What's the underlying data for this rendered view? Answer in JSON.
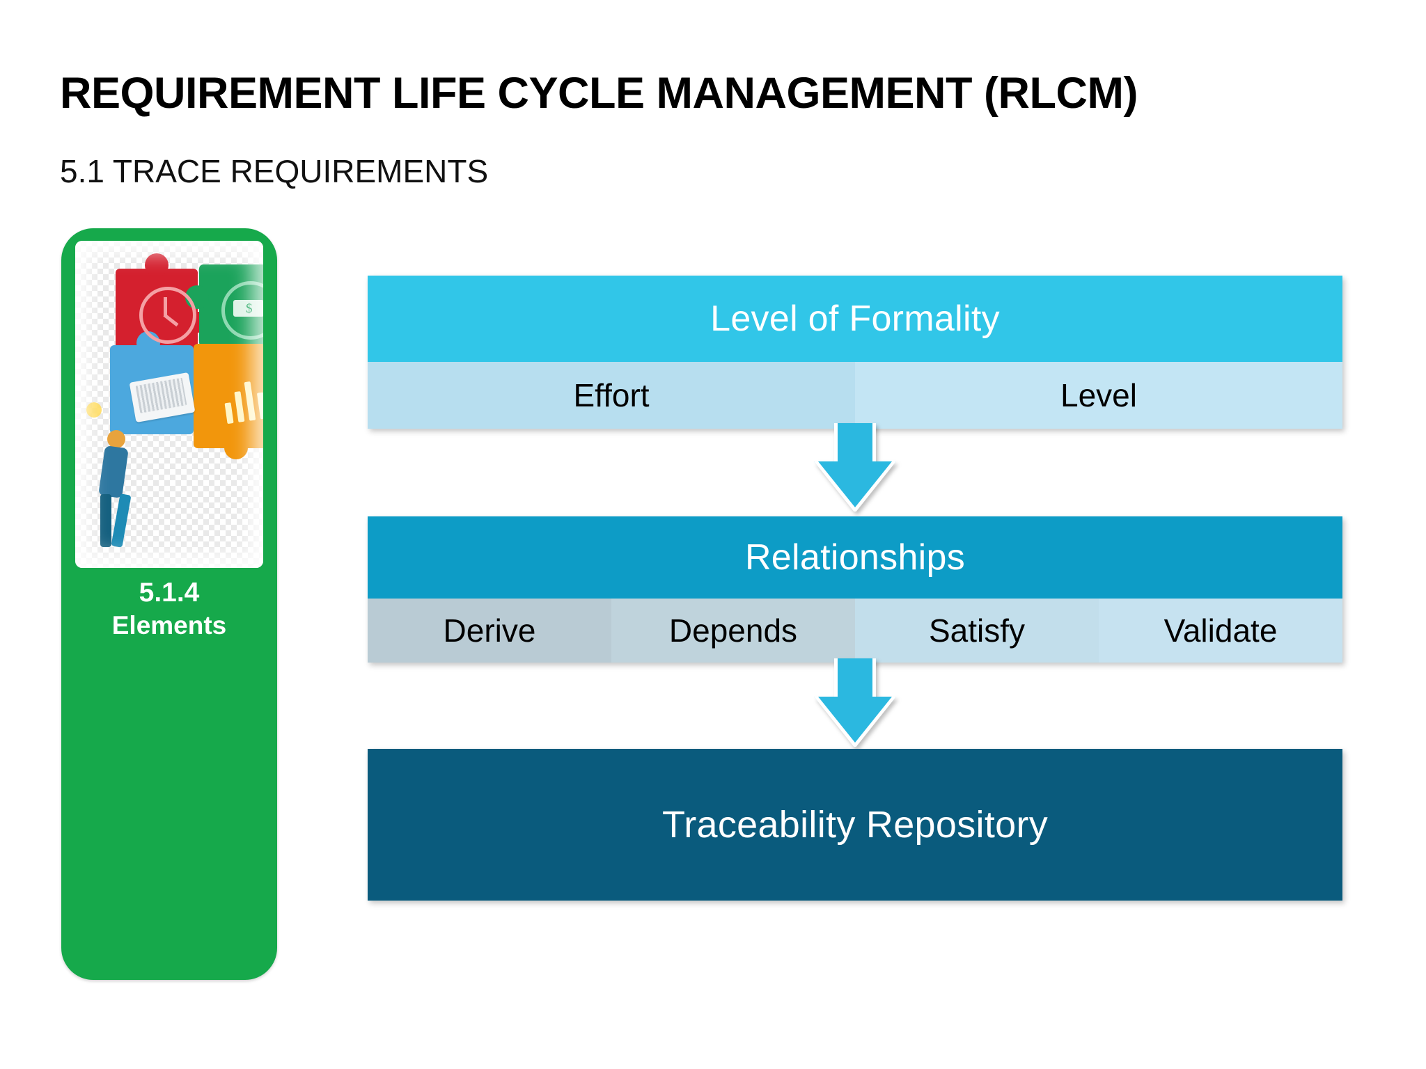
{
  "slide": {
    "title": "REQUIREMENT LIFE CYCLE MANAGEMENT (RLCM)",
    "subtitle": "5.1 TRACE REQUIREMENTS"
  },
  "side_card": {
    "number": "5.1.4",
    "label": "Elements",
    "background_color": "#16A94B",
    "image": {
      "name": "puzzle-pieces-illustration",
      "pieces": [
        {
          "color": "#D4202E",
          "icon": "clock-icon"
        },
        {
          "color": "#1BA35B",
          "icon": "money-icon"
        },
        {
          "color": "#4CA8DE",
          "icon": "laptop-icon"
        },
        {
          "color": "#F2960C",
          "icon": "bar-chart-icon"
        }
      ]
    }
  },
  "diagram": {
    "groups": [
      {
        "title": "Level of Formality",
        "title_color": "#31C6E8",
        "items": [
          "Effort",
          "Level"
        ]
      },
      {
        "title": "Relationships",
        "title_color": "#0D9CC6",
        "items": [
          "Derive",
          "Depends",
          "Satisfy",
          "Validate"
        ]
      },
      {
        "title": "Traceability Repository",
        "title_color": "#0A5B7D",
        "items": []
      }
    ],
    "arrows": [
      {
        "name": "down-arrow-1",
        "color": "#2BB8E0"
      },
      {
        "name": "down-arrow-2",
        "color": "#2BB8E0"
      }
    ]
  }
}
